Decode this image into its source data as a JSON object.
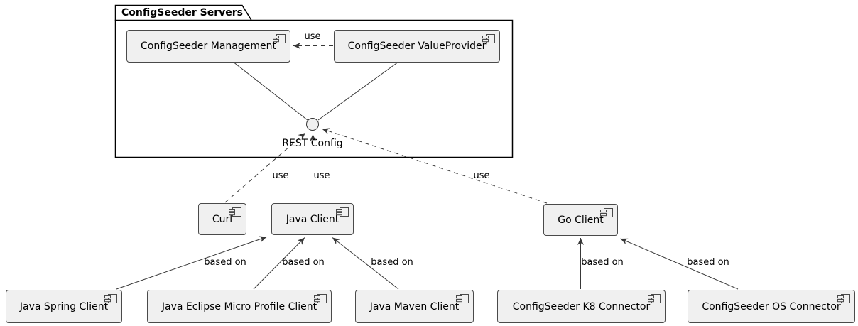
{
  "diagram": {
    "package": {
      "title": "ConfigSeeder Servers"
    },
    "interface": {
      "label": "REST Config"
    },
    "nodes": {
      "management": {
        "label": "ConfigSeeder Management"
      },
      "valueprovider": {
        "label": "ConfigSeeder ValueProvider"
      },
      "curl": {
        "label": "Curl"
      },
      "java_client": {
        "label": "Java Client"
      },
      "go_client": {
        "label": "Go Client"
      },
      "java_spring_client": {
        "label": "Java Spring Client"
      },
      "java_eclipse_micro_profile_client": {
        "label": "Java Eclipse Micro Profile Client"
      },
      "java_maven_client": {
        "label": "Java Maven Client"
      },
      "k8_connector": {
        "label": "ConfigSeeder K8 Connector"
      },
      "os_connector": {
        "label": "ConfigSeeder OS Connector"
      }
    },
    "edges": [
      {
        "from": "valueprovider",
        "to": "management",
        "label": "use",
        "style": "dashed-arrow"
      },
      {
        "from": "management",
        "to": "rest_config",
        "label": "",
        "style": "solid"
      },
      {
        "from": "valueprovider",
        "to": "rest_config",
        "label": "",
        "style": "solid"
      },
      {
        "from": "curl",
        "to": "rest_config",
        "label": "use",
        "style": "dashed-arrow"
      },
      {
        "from": "java_client",
        "to": "rest_config",
        "label": "use",
        "style": "dashed-arrow"
      },
      {
        "from": "go_client",
        "to": "rest_config",
        "label": "use",
        "style": "dashed-arrow"
      },
      {
        "from": "java_spring_client",
        "to": "java_client",
        "label": "based on",
        "style": "solid-arrow"
      },
      {
        "from": "java_eclipse_micro_profile_client",
        "to": "java_client",
        "label": "based on",
        "style": "solid-arrow"
      },
      {
        "from": "java_maven_client",
        "to": "java_client",
        "label": "based on",
        "style": "solid-arrow"
      },
      {
        "from": "k8_connector",
        "to": "go_client",
        "label": "based on",
        "style": "solid-arrow"
      },
      {
        "from": "os_connector",
        "to": "go_client",
        "label": "based on",
        "style": "solid-arrow"
      }
    ],
    "colors": {
      "background": "#ffffff",
      "node_fill": "#f0f0f0",
      "node_border": "#4a4a4a",
      "package_border": "#000000",
      "line": "#383838",
      "text": "#000000"
    }
  }
}
